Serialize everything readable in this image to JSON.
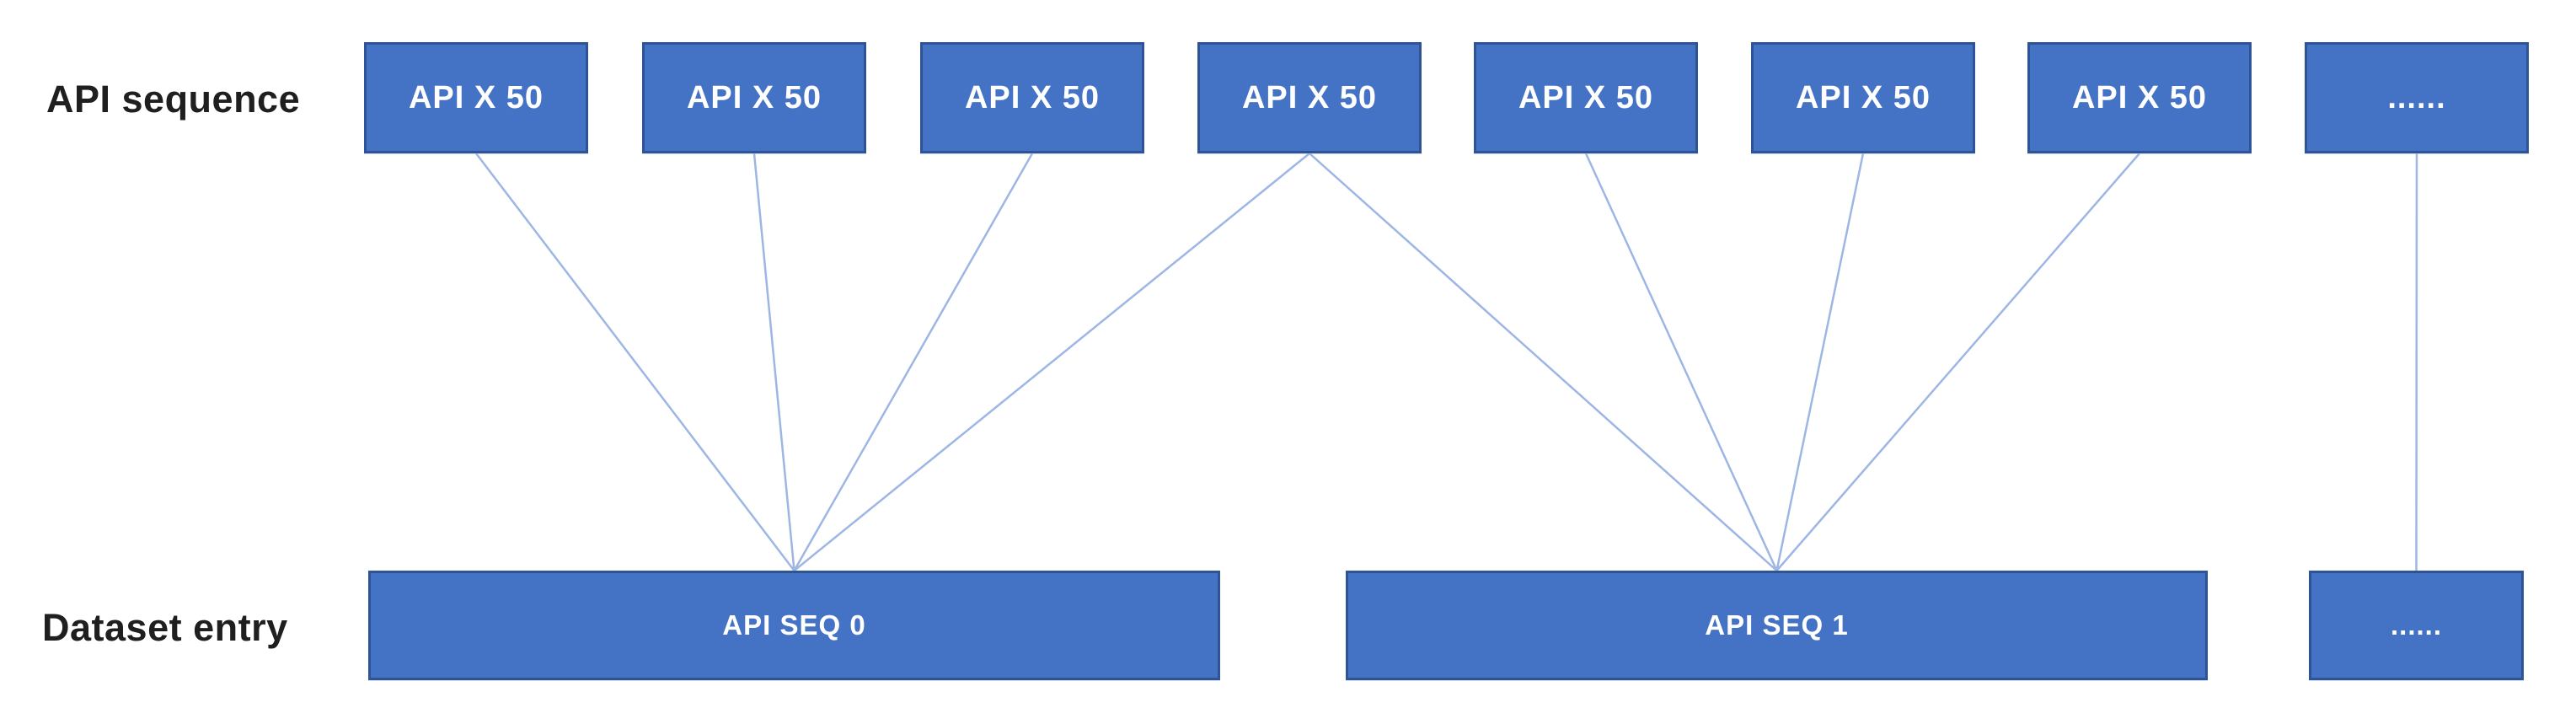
{
  "diagram": {
    "row_labels": {
      "top": "API sequence",
      "bottom": "Dataset entry"
    },
    "top_row": {
      "boxes": [
        {
          "id": "api-1",
          "label": "API X 50"
        },
        {
          "id": "api-2",
          "label": "API X 50"
        },
        {
          "id": "api-3",
          "label": "API X 50"
        },
        {
          "id": "api-4",
          "label": "API X 50"
        },
        {
          "id": "api-5",
          "label": "API X 50"
        },
        {
          "id": "api-6",
          "label": "API X 50"
        },
        {
          "id": "api-7",
          "label": "API X 50"
        },
        {
          "id": "api-more",
          "label": "......"
        }
      ]
    },
    "bottom_row": {
      "boxes": [
        {
          "id": "seq-0",
          "label": "API SEQ 0"
        },
        {
          "id": "seq-1",
          "label": "API SEQ 1"
        },
        {
          "id": "seq-more",
          "label": "......"
        }
      ]
    },
    "edges": [
      {
        "from": "api-1",
        "to": "seq-0"
      },
      {
        "from": "api-2",
        "to": "seq-0"
      },
      {
        "from": "api-3",
        "to": "seq-0"
      },
      {
        "from": "api-4",
        "to": "seq-0"
      },
      {
        "from": "api-4",
        "to": "seq-1"
      },
      {
        "from": "api-5",
        "to": "seq-1"
      },
      {
        "from": "api-6",
        "to": "seq-1"
      },
      {
        "from": "api-7",
        "to": "seq-1"
      },
      {
        "from": "api-more",
        "to": "seq-more"
      }
    ],
    "colors": {
      "node_fill": "#4472C4",
      "node_border": "#2F5496",
      "connector": "#9DB6E4",
      "label_text": "#1F1F1F",
      "node_text": "#FFFFFF"
    }
  }
}
